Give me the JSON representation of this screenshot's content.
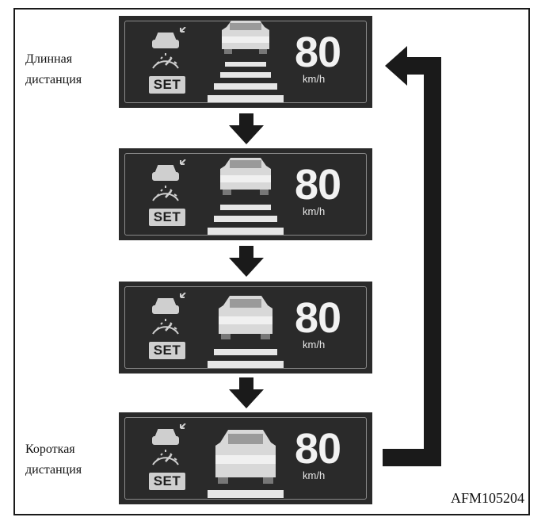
{
  "labels": {
    "long": [
      "Длинная",
      "дистанция"
    ],
    "short": [
      "Короткая",
      "дистанция"
    ]
  },
  "panels": [
    {
      "speed": "80",
      "unit": "km/h",
      "set": "SET",
      "bars": 4
    },
    {
      "speed": "80",
      "unit": "km/h",
      "set": "SET",
      "bars": 3
    },
    {
      "speed": "80",
      "unit": "km/h",
      "set": "SET",
      "bars": 2
    },
    {
      "speed": "80",
      "unit": "km/h",
      "set": "SET",
      "bars": 1
    }
  ],
  "code": "AFM105204",
  "icons": [
    "car-distance-icon",
    "speedometer-icon",
    "front-car-icon",
    "down-arrow-icon",
    "return-arrow-icon"
  ],
  "colors": {
    "panel": "#2a2a2a",
    "arrow": "#1a1a1a",
    "bar": "#e6e6e6"
  }
}
